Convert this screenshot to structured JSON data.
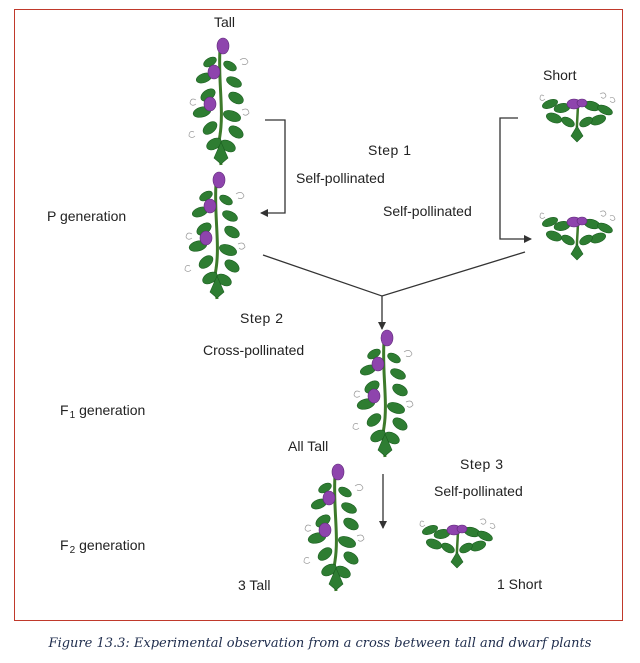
{
  "labels": {
    "tall": "Tall",
    "short": "Short",
    "step1": "Step 1",
    "self_pollinated_1": "Self-pollinated",
    "self_pollinated_2": "Self-pollinated",
    "p_generation": "P generation",
    "step2": "Step 2",
    "cross_pollinated": "Cross-pollinated",
    "f1_generation": {
      "letter": "F",
      "sub": "1",
      "word": "generation"
    },
    "all_tall": "All Tall",
    "step3": "Step 3",
    "self_pollinated_3": "Self-pollinated",
    "f2_generation": {
      "letter": "F",
      "sub": "2",
      "word": "generation"
    },
    "three_tall": "3 Tall",
    "one_short": "1 Short"
  },
  "caption": "Figure 13.3: Experimental observation from a cross between tall and dwarf plants",
  "colors": {
    "frame": "#c0392b",
    "leaf": "#2e7d32",
    "leaf_dark": "#1b5e20",
    "flower": "#8e44ad",
    "arrow": "#333333",
    "caption": "#1f2d4d"
  }
}
